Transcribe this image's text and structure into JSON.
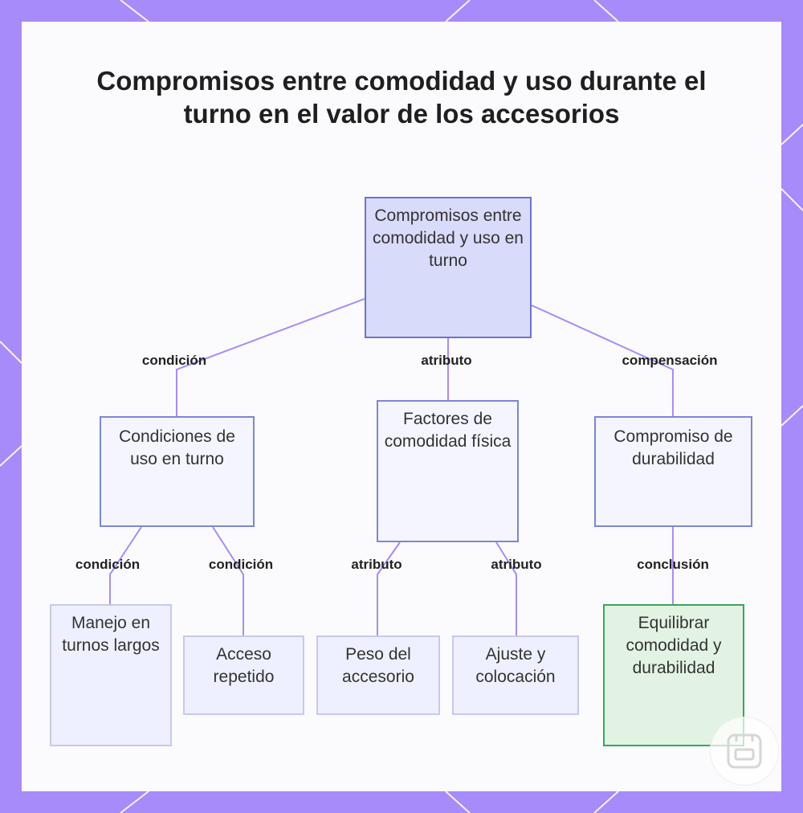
{
  "title": "Compromisos entre comodidad y uso durante el turno en el valor de los accesorios",
  "nodes": {
    "root": "Compromisos entre comodidad y uso en turno",
    "condiciones": "Condiciones de uso en turno",
    "factores": "Factores de comodidad física",
    "durabilidad": "Compromiso de durabilidad",
    "manejo": "Manejo en turnos largos",
    "acceso": "Acceso repetido",
    "peso": "Peso del accesorio",
    "ajuste": "Ajuste y colocación",
    "equilibrar": "Equilibrar comodidad y durabilidad"
  },
  "edge_labels": {
    "root_condiciones": "condición",
    "root_factores": "atributo",
    "root_durabilidad": "compensación",
    "condiciones_manejo": "condición",
    "condiciones_acceso": "condición",
    "factores_peso": "atributo",
    "factores_ajuste": "atributo",
    "durabilidad_equilibrar": "conclusión"
  },
  "colors": {
    "frame": "#a78bfa",
    "edge": "#a78bfa",
    "root_fill": "#d9dbfb",
    "conclusion_border": "#3aa55a"
  },
  "icons": {
    "logo": "app-logo-icon"
  }
}
